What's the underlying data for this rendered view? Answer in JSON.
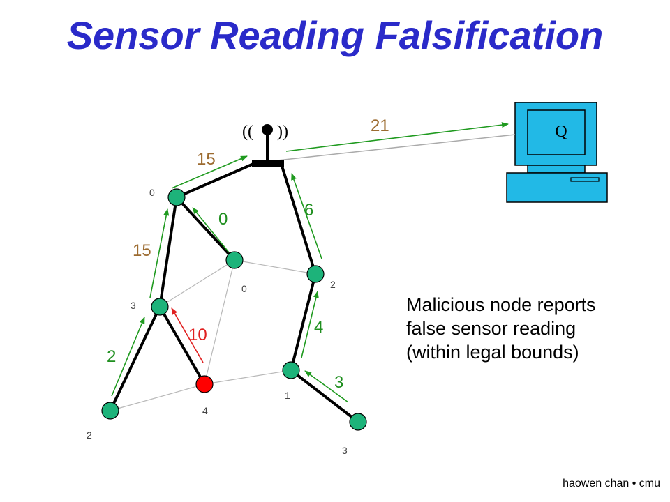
{
  "title": "Sensor Reading Falsification",
  "note": {
    "line1": "Malicious node reports",
    "line2": "false sensor reading",
    "line3": "(within legal bounds)"
  },
  "credit": "haowen chan • cmu",
  "base_station": {
    "symbol_left": "((",
    "symbol_right": "))"
  },
  "querier": {
    "label": "Q"
  },
  "nodes": [
    {
      "id": "A",
      "reading": "0",
      "malicious": false
    },
    {
      "id": "B",
      "reading": "0",
      "malicious": false
    },
    {
      "id": "C",
      "reading": "3",
      "malicious": false
    },
    {
      "id": "D",
      "reading": "2",
      "malicious": false
    },
    {
      "id": "E",
      "reading": "4",
      "malicious": true
    },
    {
      "id": "F",
      "reading": "2",
      "malicious": false
    },
    {
      "id": "G",
      "reading": "1",
      "malicious": false
    },
    {
      "id": "H",
      "reading": "3",
      "malicious": false
    }
  ],
  "aggregates": [
    {
      "id": "to-querier",
      "value": "21"
    },
    {
      "id": "A-to-base",
      "value": "15"
    },
    {
      "id": "B-to-A",
      "value": "0"
    },
    {
      "id": "C-to-A",
      "value": "15"
    },
    {
      "id": "D-to-C",
      "value": "2"
    },
    {
      "id": "E-to-C",
      "value": "10"
    },
    {
      "id": "F-to-base",
      "value": "6"
    },
    {
      "id": "G-to-F",
      "value": "4"
    },
    {
      "id": "H-to-G",
      "value": "3"
    }
  ],
  "colors": {
    "title": "#2a2ac9",
    "node": "#1db37a",
    "malicious_node": "#ff0000",
    "arrow_honest": "#1f9a1f",
    "arrow_malicious": "#e02020",
    "label_aggregate": "#9c6b30",
    "label_honest": "#1f8f1f",
    "label_malicious": "#e02020",
    "computer": "#22b9e6"
  }
}
